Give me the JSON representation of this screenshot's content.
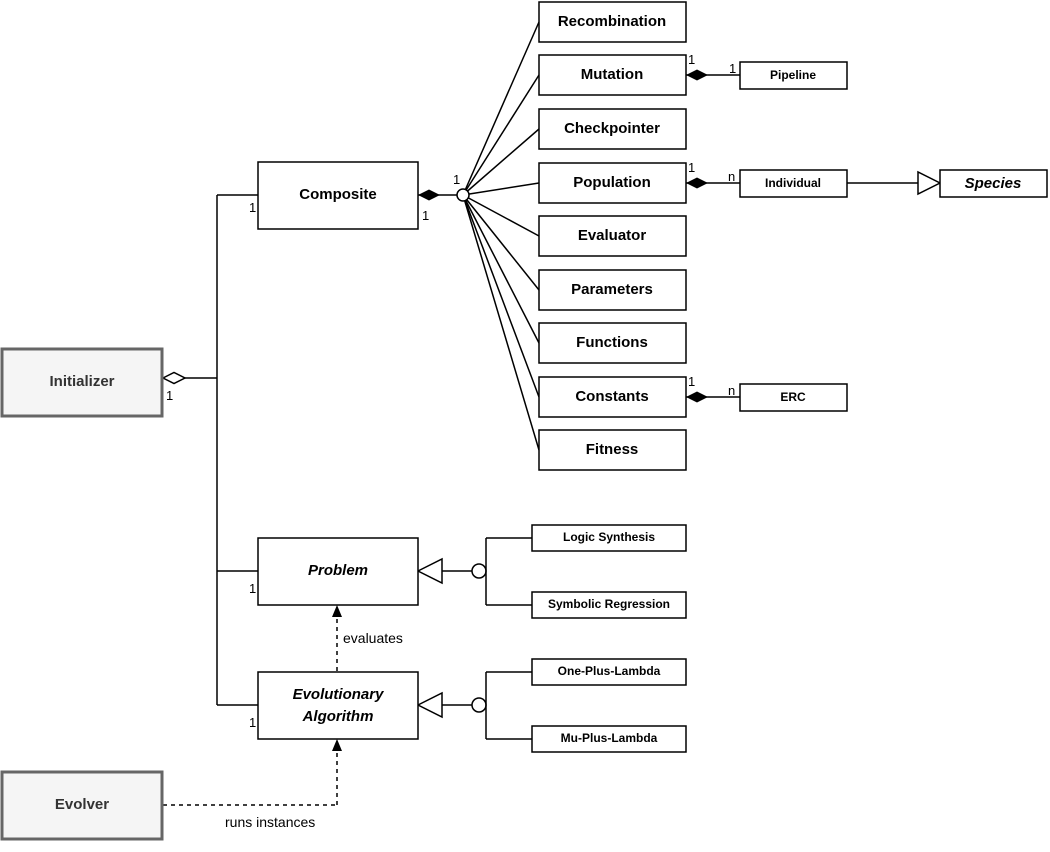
{
  "classes": {
    "recombination": "Recombination",
    "mutation": "Mutation",
    "checkpointer": "Checkpointer",
    "population": "Population",
    "evaluator": "Evaluator",
    "parameters": "Parameters",
    "functions": "Functions",
    "constants": "Constants",
    "fitness": "Fitness",
    "composite": "Composite",
    "initializer": "Initializer",
    "pipeline": "Pipeline",
    "individual": "Individual",
    "species": "Species",
    "erc": "ERC",
    "problem": "Problem",
    "evolutionary_algorithm_line1": "Evolutionary",
    "evolutionary_algorithm_line2": "Algorithm",
    "logic_synthesis": "Logic Synthesis",
    "symbolic_regression": "Symbolic Regression",
    "one_plus_lambda": "One-Plus-Lambda",
    "mu_plus_lambda": "Mu-Plus-Lambda",
    "evolver": "Evolver"
  },
  "relations": {
    "evaluates": "evaluates",
    "runs_instances": "runs instances"
  },
  "multiplicities": {
    "one": "1",
    "many": "n"
  }
}
